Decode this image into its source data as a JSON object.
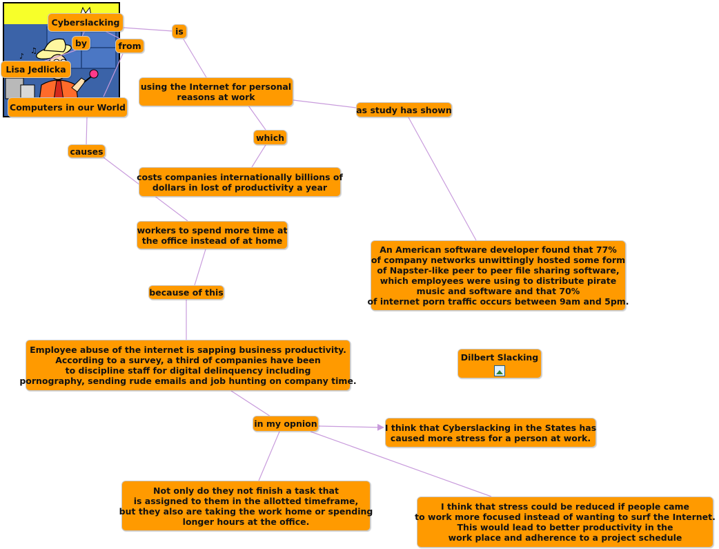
{
  "title": "Cyberslacking",
  "image_icon": "image-icon",
  "colors": {
    "node_fill": "#ff9a00",
    "link": "#c89bdc",
    "cartoon_bg": "#f7ff2a"
  },
  "nodes": {
    "cyberslacking": "Cyberslacking",
    "by": "by",
    "from": "from",
    "author": "Lisa Jedlicka",
    "book": "Computers in our World",
    "is": "is",
    "definition": "using the Internet for personal\nreasons at work",
    "which": "which",
    "costs": "costs companies internationally billions of\ndollars in lost of productivity a year",
    "causes": "causes",
    "workers": "workers to spend more time at\nthe office instead of at home",
    "because": "because of this",
    "employee_abuse": "Employee abuse of the internet is sapping business productivity.\nAccording to a survey, a third of companies have been\nto discipline staff for digital delinquency including\npornography, sending rude emails and job hunting on company time.",
    "study": "as study has shown",
    "american": "An American software developer found that 77%\nof company networks unwittingly hosted some form\nof Napster-like peer to peer file sharing software,\nwhich employees were using to distribute pirate\nmusic and software and that 70%\nof internet porn traffic occurs between 9am and 5pm.",
    "dilbert": "Dilbert Slacking",
    "opinion": "in my opnion",
    "stress": "I think that Cyberslacking in the States has\ncaused more stress for a person at work.",
    "not_only": "Not only do they not finish a task that\nis assigned to them in the allotted timeframe,\nbut they also are taking the work home or spending\nlonger hours at the office.",
    "reduce": "I think that stress could be reduced if people came\nto work more focused instead of wanting to surf the Internet.\nThis would lead to better productivity in the\nwork place and adherence to a project schedule"
  }
}
